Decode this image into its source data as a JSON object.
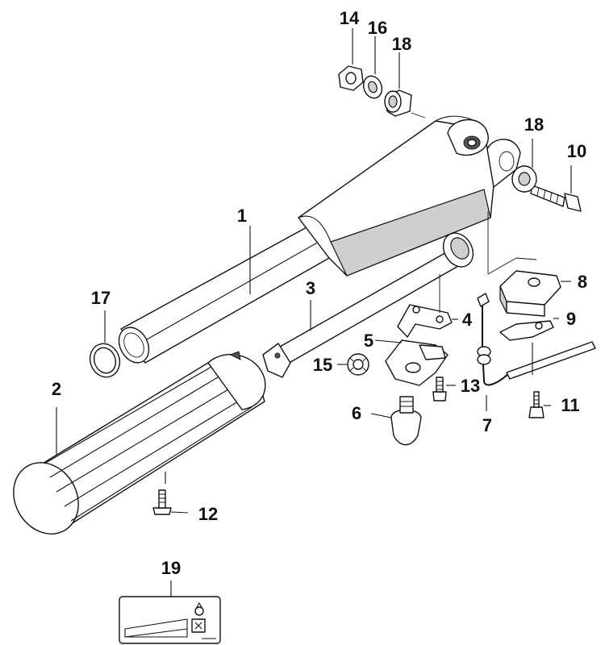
{
  "callouts": {
    "c1": "1",
    "c2": "2",
    "c3": "3",
    "c4": "4",
    "c5": "5",
    "c6": "6",
    "c7": "7",
    "c8": "8",
    "c9": "9",
    "c10": "10",
    "c11": "11",
    "c12": "12",
    "c13": "13",
    "c14": "14",
    "c15": "15",
    "c16": "16",
    "c17": "17",
    "c18a": "18",
    "c18b": "18",
    "c19": "19"
  }
}
